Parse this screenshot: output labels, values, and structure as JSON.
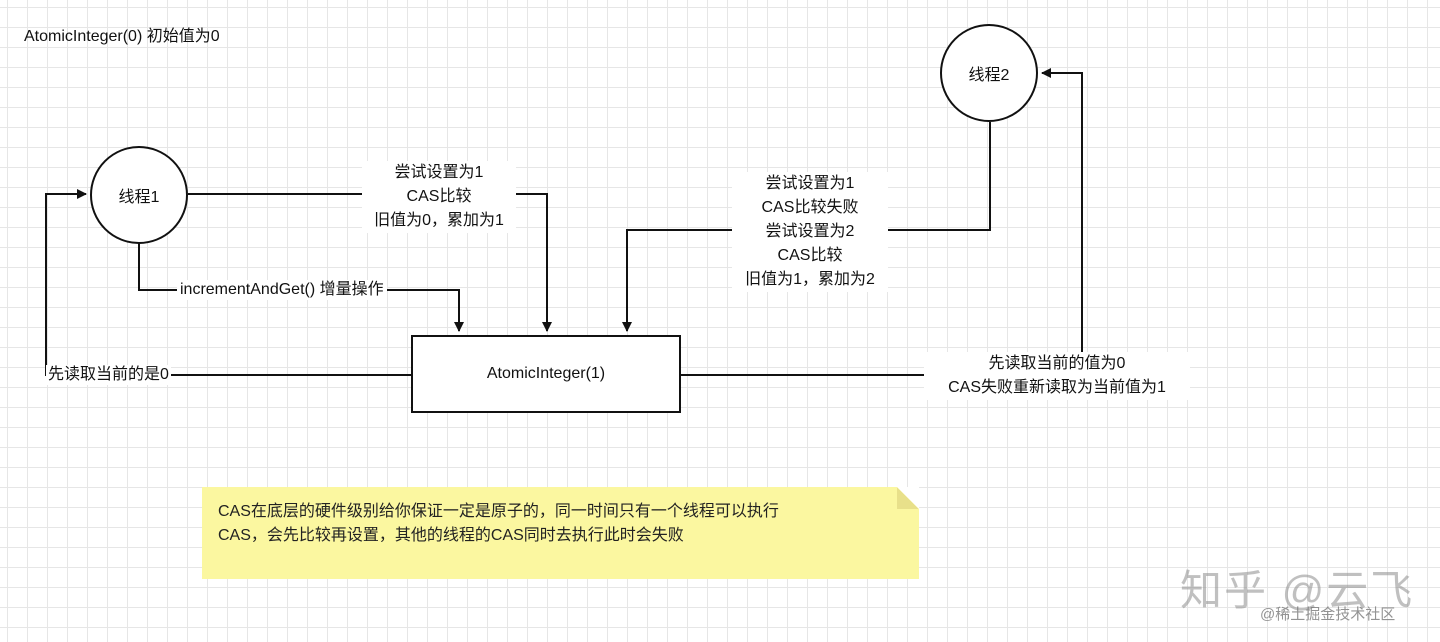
{
  "title": "AtomicInteger(0) 初始值为0",
  "nodes": {
    "thread1": "线程1",
    "thread2": "线程2",
    "atomic": "AtomicInteger(1)"
  },
  "labels": {
    "increment": "incrementAndGet() 增量操作",
    "read_left": "先读取当前的是0",
    "thread1_cas": [
      "尝试设置为1",
      "CAS比较",
      "旧值为0，累加为1"
    ],
    "thread2_cas": [
      "尝试设置为1",
      "CAS比较失败",
      "尝试设置为2",
      "CAS比较",
      "旧值为1，累加为2"
    ],
    "read_right": [
      "先读取当前的值为0",
      "CAS失败重新读取为当前值为1"
    ]
  },
  "note": {
    "lines": [
      "CAS在底层的硬件级别给你保证一定是原子的，同一时间只有一个线程可以执行",
      "CAS，会先比较再设置，其他的线程的CAS同时去执行此时会失败"
    ]
  },
  "watermark": {
    "main": "知乎 @云飞",
    "sub": "@稀土掘金技术社区"
  },
  "colors": {
    "stroke": "#111111",
    "note_bg": "#fbf7a0",
    "grid": "#e6e6e6"
  }
}
